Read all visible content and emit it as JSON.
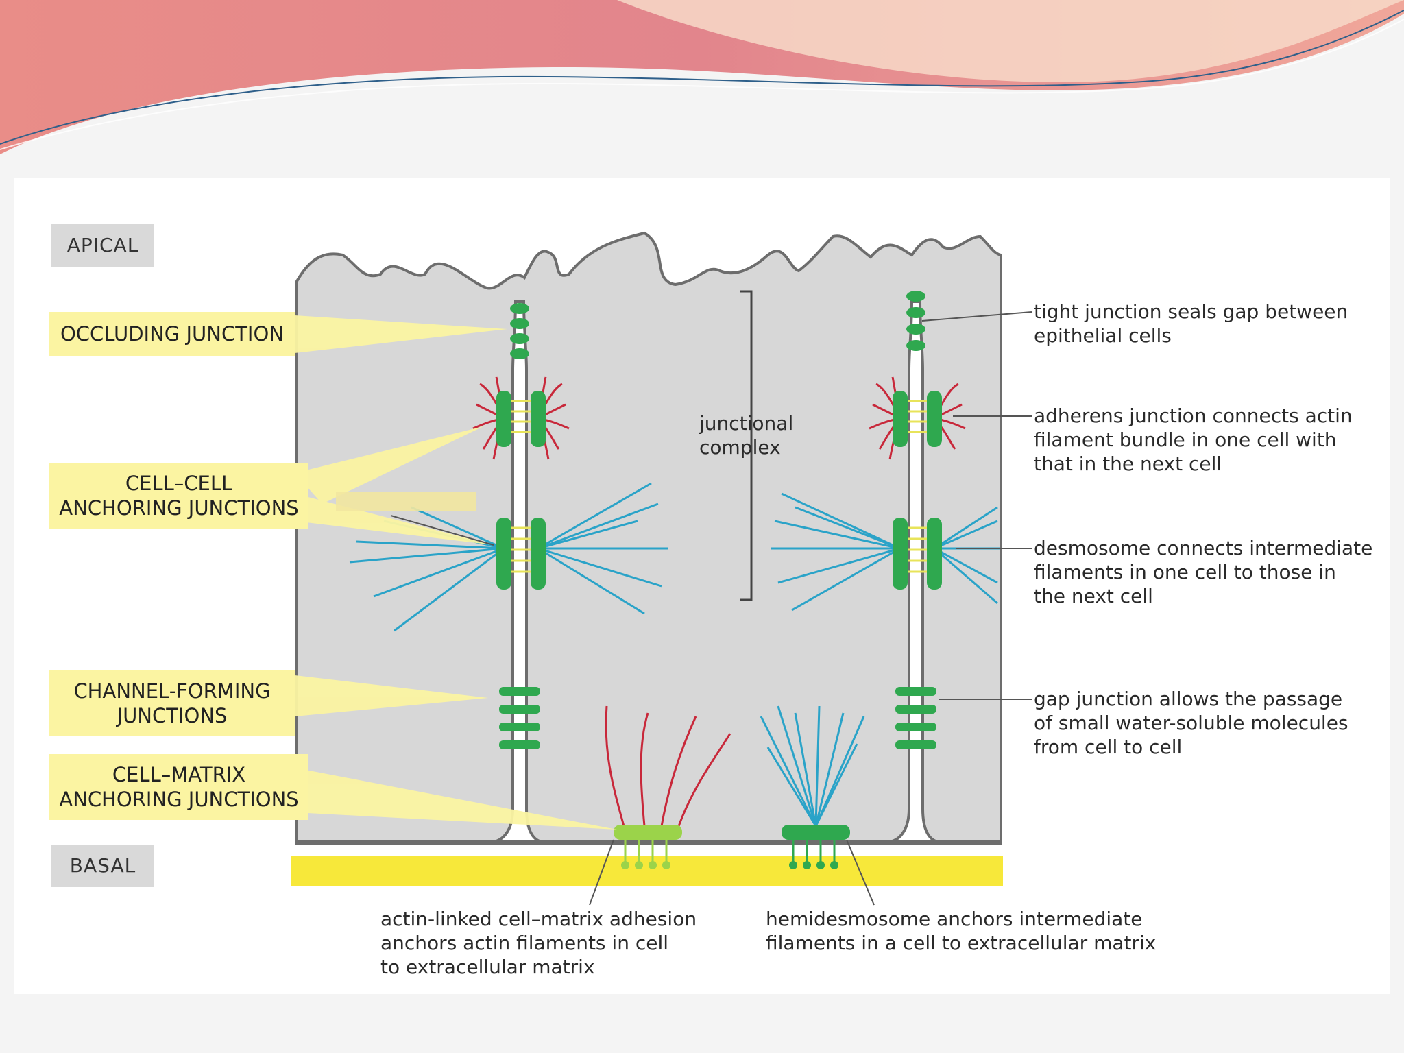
{
  "labels": {
    "apical": "APICAL",
    "basal": "BASAL",
    "occluding": "OCCLUDING JUNCTION",
    "cell_cell": [
      "CELL–CELL",
      "ANCHORING JUNCTIONS"
    ],
    "channel": [
      "CHANNEL-FORMING",
      "JUNCTIONS"
    ],
    "cell_matrix": [
      "CELL–MATRIX",
      "ANCHORING JUNCTIONS"
    ],
    "junctional_complex": [
      "junctional",
      "complex"
    ]
  },
  "annotations": {
    "tight": [
      "tight junction seals gap between",
      "epithelial cells"
    ],
    "adherens": [
      "adherens junction connects actin",
      "filament bundle in one cell with",
      "that in the next cell"
    ],
    "desmosome": [
      "desmosome connects intermediate",
      "filaments in one cell to those in",
      "the next cell"
    ],
    "gap": [
      "gap junction allows the passage",
      "of small water-soluble molecules",
      "from cell to cell"
    ],
    "actin_linked": [
      "actin-linked cell–matrix adhesion",
      "anchors actin filaments in cell",
      "to extracellular matrix"
    ],
    "hemidesmosome": [
      "hemidesmosome anchors intermediate",
      "filaments in a cell to extracellular matrix"
    ]
  },
  "colors": {
    "junction_green": "#2fa84f",
    "actin_red": "#c8283a",
    "intermediate_blue": "#2aa3c8",
    "cell_gray": "#d6d6d6",
    "matrix_yellow": "#f7e83a",
    "callout_yellow": "#fbf4a2",
    "header_pink": "#e0808a"
  }
}
